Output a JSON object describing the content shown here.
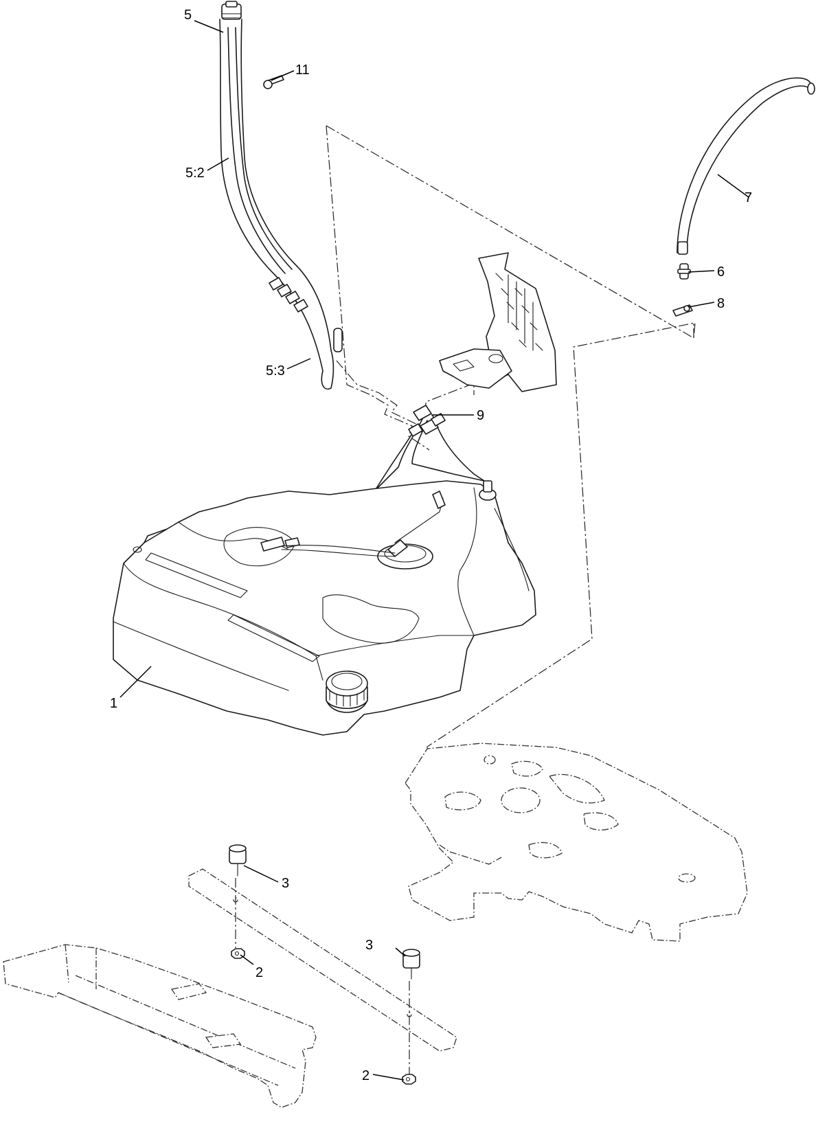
{
  "callouts": [
    {
      "id": "c1",
      "label": "1"
    },
    {
      "id": "c2a",
      "label": "2"
    },
    {
      "id": "c2b",
      "label": "2"
    },
    {
      "id": "c3a",
      "label": "3"
    },
    {
      "id": "c3b",
      "label": "3"
    },
    {
      "id": "c5",
      "label": "5"
    },
    {
      "id": "c5-2",
      "label": "5:2"
    },
    {
      "id": "c5-3",
      "label": "5:3"
    },
    {
      "id": "c6",
      "label": "6"
    },
    {
      "id": "c7",
      "label": "7"
    },
    {
      "id": "c8",
      "label": "8"
    },
    {
      "id": "c9",
      "label": "9"
    },
    {
      "id": "c11",
      "label": "11"
    }
  ]
}
